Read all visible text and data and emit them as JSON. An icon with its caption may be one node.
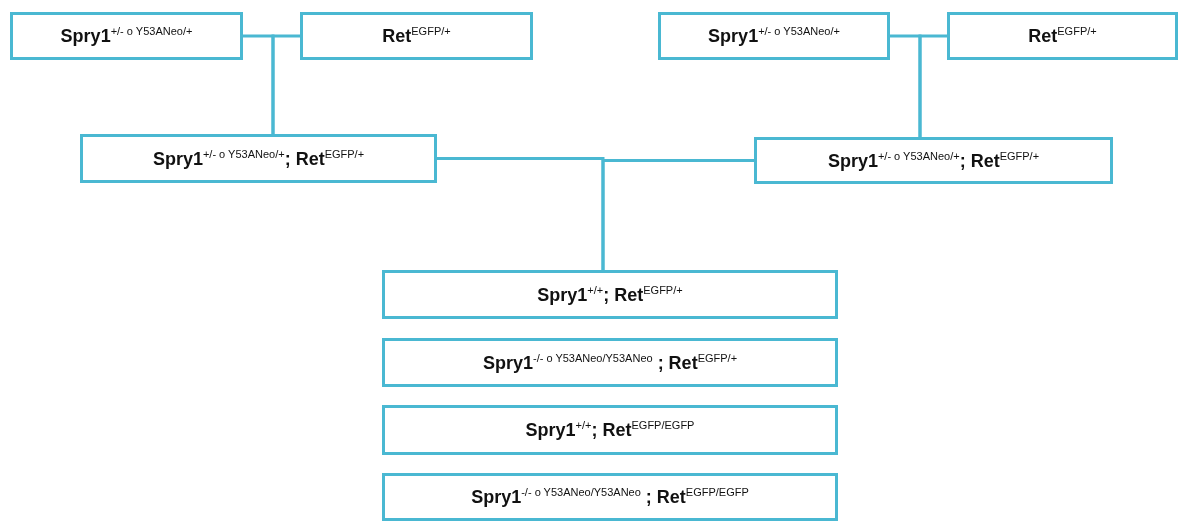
{
  "diagram": {
    "nodes": [
      {
        "text": [
          "Spry1$^{+/- o Y53ANeo/+}$"
        ]
      },
      {
        "text": [
          "Ret$^{EGFP/+}$"
        ]
      },
      {
        "text": [
          "Spry1$^{+/- o Y53ANeo/+}$"
        ]
      },
      {
        "text": [
          "Ret$^{EGFP/+}$"
        ]
      },
      {
        "text": [
          "Spry1$^{+/- o Y53ANeo/+}$; Ret$^{EGFP/+}$"
        ]
      },
      {
        "text": [
          "Spry1$^{+/- o Y53ANeo/+}$; Ret$^{EGFP/+}$"
        ]
      },
      {
        "text": [
          "Spry1$^{+/+}$; Ret$^{EGFP/+}$"
        ]
      },
      {
        "text": [
          "Spry1$^{-/- o Y53ANeo/Y53ANeo}$ ; Ret$^{EGFP/+}$"
        ]
      },
      {
        "text": [
          "Spry1$^{+/+}$; Ret$^{EGFP/EGFP}$"
        ]
      },
      {
        "text": [
          "Spry1$^{-/- o Y53ANeo/Y53ANeo}$  ; Ret$^{EGFP/EGFP}$"
        ]
      }
    ],
    "edges": [
      {
        "from": 0,
        "to": 4,
        "arrow": "none"
      },
      {
        "from": 1,
        "to": 4,
        "arrow": "none"
      },
      {
        "from": 2,
        "to": 5,
        "arrow": "none"
      },
      {
        "from": 3,
        "to": 5,
        "arrow": "none"
      },
      {
        "from": 4,
        "to": 6,
        "arrow": "none"
      },
      {
        "from": 5,
        "to": 6,
        "arrow": "none"
      }
    ]
  }
}
